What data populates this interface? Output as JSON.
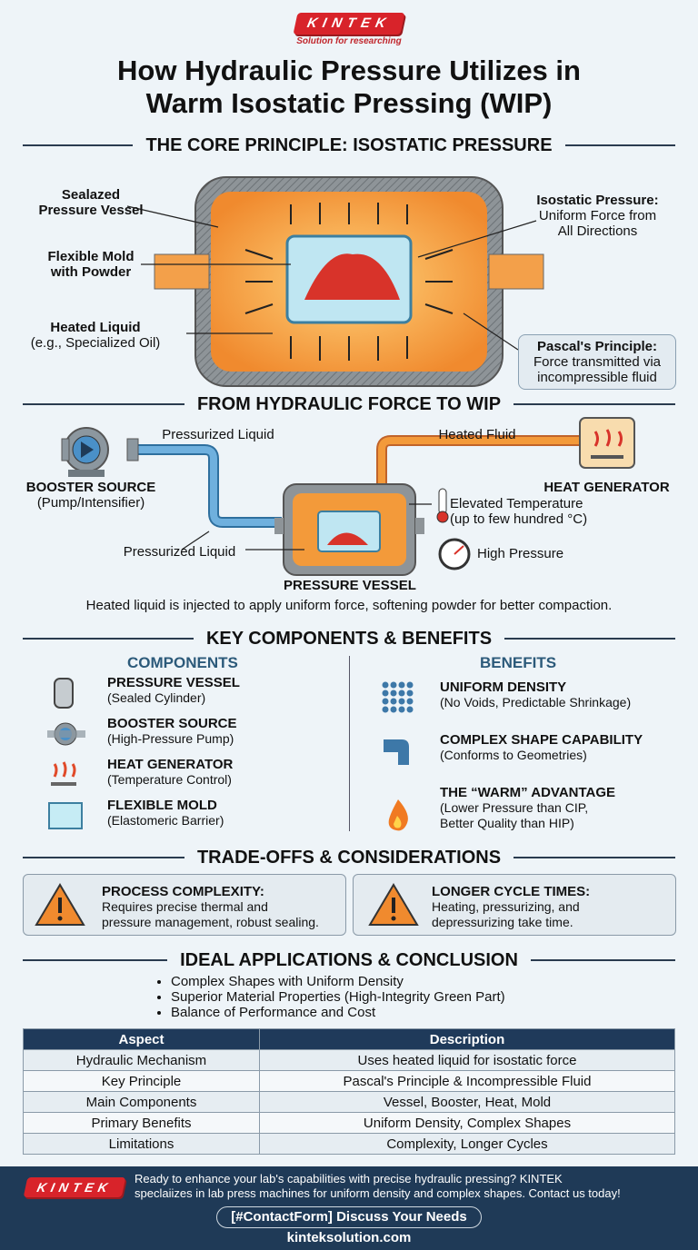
{
  "header": {
    "logo": "KINTEK",
    "tagline": "Solution for researching",
    "title_line1": "How Hydraulic Pressure Utilizes in",
    "title_line2": "Warm Isostatic Pressing (WIP)"
  },
  "core": {
    "heading": "THE CORE PRINCIPLE: ISOSTATIC PRESSURE",
    "label_vessel": [
      "Sealazed",
      "Pressure Vessel"
    ],
    "label_mold": [
      "Flexible Mold",
      "with Powder"
    ],
    "label_liquid": [
      "Heated Liquid",
      "(e.g., Specialized Oil)"
    ],
    "label_isostatic": [
      "Isostatic Pressure:",
      "Uniform Force from",
      "All Directions"
    ],
    "pascal": [
      "Pascal's Principle:",
      "Force transmitted via",
      "incompressible fluid"
    ]
  },
  "flow": {
    "heading": "FROM HYDRAULIC FORCE TO WIP",
    "pressurized_top": "Pressurized Liquid",
    "heated_fluid": "Heated Fluid",
    "booster": "BOOSTER SOURCE",
    "booster_sub": "(Pump/Intensifier)",
    "heat_gen": "HEAT GENERATOR",
    "elevated": "Elevated Temperature",
    "elevated_sub": "(up to few hundred °C)",
    "pressurized_bottom": "Pressurized Liquid",
    "high_pressure": "High Pressure",
    "vessel": "PRESSURE VESSEL",
    "caption": "Heated liquid is injected to apply uniform force, softening powder for better compaction."
  },
  "components": {
    "heading": "KEY COMPONENTS & BENEFITS",
    "col_left": "COMPONENTS",
    "col_right": "BENEFITS",
    "items": [
      {
        "icon": "cylinder-icon",
        "title": "PRESSURE VESSEL",
        "sub": "(Sealed Cylinder)"
      },
      {
        "icon": "pump-icon",
        "title": "BOOSTER SOURCE",
        "sub": "(High-Pressure Pump)"
      },
      {
        "icon": "heat-icon",
        "title": "HEAT GENERATOR",
        "sub": "(Temperature Control)"
      },
      {
        "icon": "mold-icon",
        "title": "FLEXIBLE MOLD",
        "sub": "(Elastomeric Barrier)"
      }
    ],
    "benefits": [
      {
        "icon": "dots-grid-icon",
        "title": "UNIFORM DENSITY",
        "sub": "(No Voids, Predictable Shrinkage)"
      },
      {
        "icon": "pipe-shape-icon",
        "title": "COMPLEX SHAPE CAPABILITY",
        "sub": "(Conforms to Geometries)"
      },
      {
        "icon": "flame-icon",
        "title": "THE “WARM” ADVANTAGE",
        "sub": "(Lower Pressure than CIP,",
        "sub2": "Better Quality than HIP)"
      }
    ]
  },
  "tradeoffs": {
    "heading": "TRADE-OFFS & CONSIDERATIONS",
    "cards": [
      {
        "title": "PROCESS COMPLEXITY:",
        "line1": "Requires precise thermal and",
        "line2": "pressure management, robust sealing."
      },
      {
        "title": "LONGER CYCLE TIMES:",
        "line1": "Heating, pressurizing, and",
        "line2": "depressurizing take time."
      }
    ]
  },
  "applications": {
    "heading": "IDEAL APPLICATIONS & CONCLUSION",
    "bullets": [
      "Complex Shapes with Uniform Density",
      "Superior Material Properties (High-Integrity Green Part)",
      "Balance of Performance and Cost"
    ]
  },
  "table": {
    "headers": [
      "Aspect",
      "Description"
    ],
    "rows": [
      [
        "Hydraulic Mechanism",
        "Uses heated liquid for isostatic force"
      ],
      [
        "Key Principle",
        "Pascal's Principle & Incompressible Fluid"
      ],
      [
        "Main Components",
        "Vessel, Booster, Heat, Mold"
      ],
      [
        "Primary Benefits",
        "Uniform Density, Complex Shapes"
      ],
      [
        "Limitations",
        "Complexity, Longer Cycles"
      ]
    ]
  },
  "footer": {
    "logo": "KINTEK",
    "line1": "Ready to enhance your lab's capabilities with precise hydraulic pressing? KINTEK",
    "line2": "speclaiizes in lab press machines for uniform density and complex shapes. Contact us today!",
    "button": "[#ContactForm] Discuss Your Needs",
    "url": "kinteksolution.com"
  },
  "colors": {
    "brand": "#d8232a",
    "navy": "#1f3a57",
    "orange": "#f39a3a",
    "blue": "#5b9bd5"
  }
}
